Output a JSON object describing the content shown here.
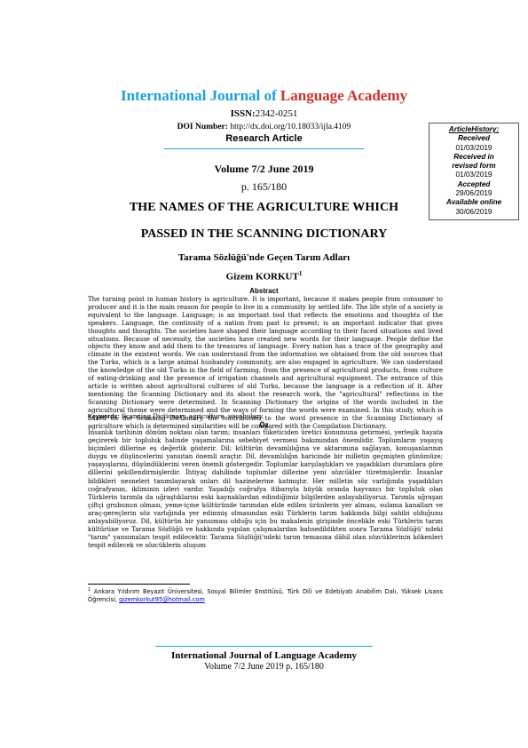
{
  "journal": {
    "part1": "International Journal of ",
    "part2": "Language Academy"
  },
  "issn": {
    "label": "ISSN:",
    "value": "2342-0251"
  },
  "doi": {
    "label": "DOI Number:",
    "value": " http://dx.doi.org/10.18033/ijla.4109"
  },
  "article_type": "Research Article",
  "history": {
    "title": "ArticleHistory:",
    "received_label": "Received",
    "received": "01/03/2019",
    "revised_label_1": "Received in",
    "revised_label_2": "revised form",
    "revised": "01/03/2019",
    "accepted_label": "Accepted",
    "accepted": "29/06/2019",
    "online_label": "Available online",
    "online": "30/06/2019"
  },
  "volume": "Volume 7/2 June 2019",
  "pages": "p. 165/180",
  "title_line1": "THE NAMES OF THE AGRICULTURE WHICH",
  "title_line2": "PASSED IN THE SCANNING DICTIONARY",
  "subtitle": "Tarama Sözlüğü'nde Geçen Tarım Adları",
  "author": "Gizem KORKUT",
  "author_sup": "1",
  "abstract_heading": "Abstract",
  "abstract": "The turning point in human history is agriculture. It is important, because it makes people from consumer to producer and it is the main reason for people to live in a community by settled life. The life style of a society is equivalent to the language. Language; is an important tool that reflects the emotions and thoughts of the speakers. Language, the continuity of a nation from past to present; is an important indicator that gives thoughts and thoughts. The societies have shaped their language according to their faced situations and lived situations. Because of necessity, the societies have created new words for their language. People define the objects they know and add them to the treasures of language. Every nation has a trace of the geography and climate in the existent words. We can understand from the information we obtained from the old sources that the Turks, which is a large animal husbandry community, are also engaged in agriculture. We can understand the knowledge of the old Turks in the field of farming, from the presence of agricultural products, from culture of eating-drinking and the presence of irrigation channels and agricultural equipment. The entrance of this article is written about agricultural cultures of old Turks, because the language is a reflection of it. After mentioning the Scanning Dictionary and its about the research work, the \"agricultural\" reflections in the Scanning Dictionary were determined. In Scanning Dictionary the origins of the words included in the agricultural theme were determined and the ways of forming the words were examined. In this study, which is based on the Scanning Dictionary, the contribution to the word presence in the Scanning Dictionary of agriculture which is determined similarities will be compared with the Compilation Dictionary.",
  "keywords_label": "Keywords:",
  "keywords": " Scanning Dictionary, agriculture, vocabulary.",
  "oz_heading": "Öz",
  "oz": "İnsanlık tarihinin dönüm noktası olan tarım; insanları tüketiciden üretici konumuna getirmesi, yerleşik hayata geçirerek bir topluluk halinde yaşamalarına sebebiyet vermesi bakımından önemlidir. Toplumların yaşayış biçimleri dillerine eş değerlik gösterir. Dil; kültürün devamlılığına ve aktarımına sağlayan, konuşanlarının duygu ve düşüncelerini yansıtan önemli araçtır. Dil, devamlılığın haricinde bir milletin geçmişten günümüze; yaşayışlarını, düşündüklerini veren önemli göstergedir. Toplumlar karşılaştıkları ve yaşadıkları durumlara göre dillerini şekillendirmişlerdir. İhtiyaç dahilinde toplumlar dillerine yeni sözcükler türetmişlerdir. İnsanlar bildikleri nesneleri tanımlayarak onları dil hazinelerine katmıştır. Her milletin söz varlığında yaşadıkları coğrafyanın, ikliminin izleri vardır. Yaşadığı coğrafya itibarıyla büyük oranda hayvancı bir topluluk olan Türklerin tarımla da uğraştıklarını eski kaynaklardan edindiğimiz bilgilerden anlayabiliyoruz. Tarımla uğraşan çiftçi grubunun olması, yeme-içme kültüründe tarımdan elde edilen ürünlerin yer alması, sulama kanalları ve araç-gereçlerin söz varlığında yer edinmiş olmasından eski Türklerin tarım hakkında bilgi sahibi olduğunu anlayabiliyoruz. Dil, kültürün bir yansıması olduğu için bu makalenin girişinde öncelikle eski Türklerin tarım kültürüne ve Tarama Sözlüğü ve hakkında yapılan çalışmalardan bahsedildikten sonra Tarama Sözlüğü' ndeki \"tarım\" yansımaları tespit edilecektir. Tarama Sözlüğü'ndeki tarım temasına dâhil olan sözcüklerinin kökenleri tespit edilecek ve sözcüklerin oluşum",
  "footnote": {
    "num": "1",
    "text": " Ankara Yıldırım Beyazıt Üniversitesi, Sosyal Bilimler Enstitüsü, Türk Dili ve Edebiyatı Anabilim Dalı, Yüksek Lisans Öğrencisi, ",
    "email": "gizemkorkut95@hotmail.com"
  },
  "footer": {
    "journal": "International Journal of Language Academy",
    "issue": "Volume 7/2 June 2019 p. 165/180"
  }
}
